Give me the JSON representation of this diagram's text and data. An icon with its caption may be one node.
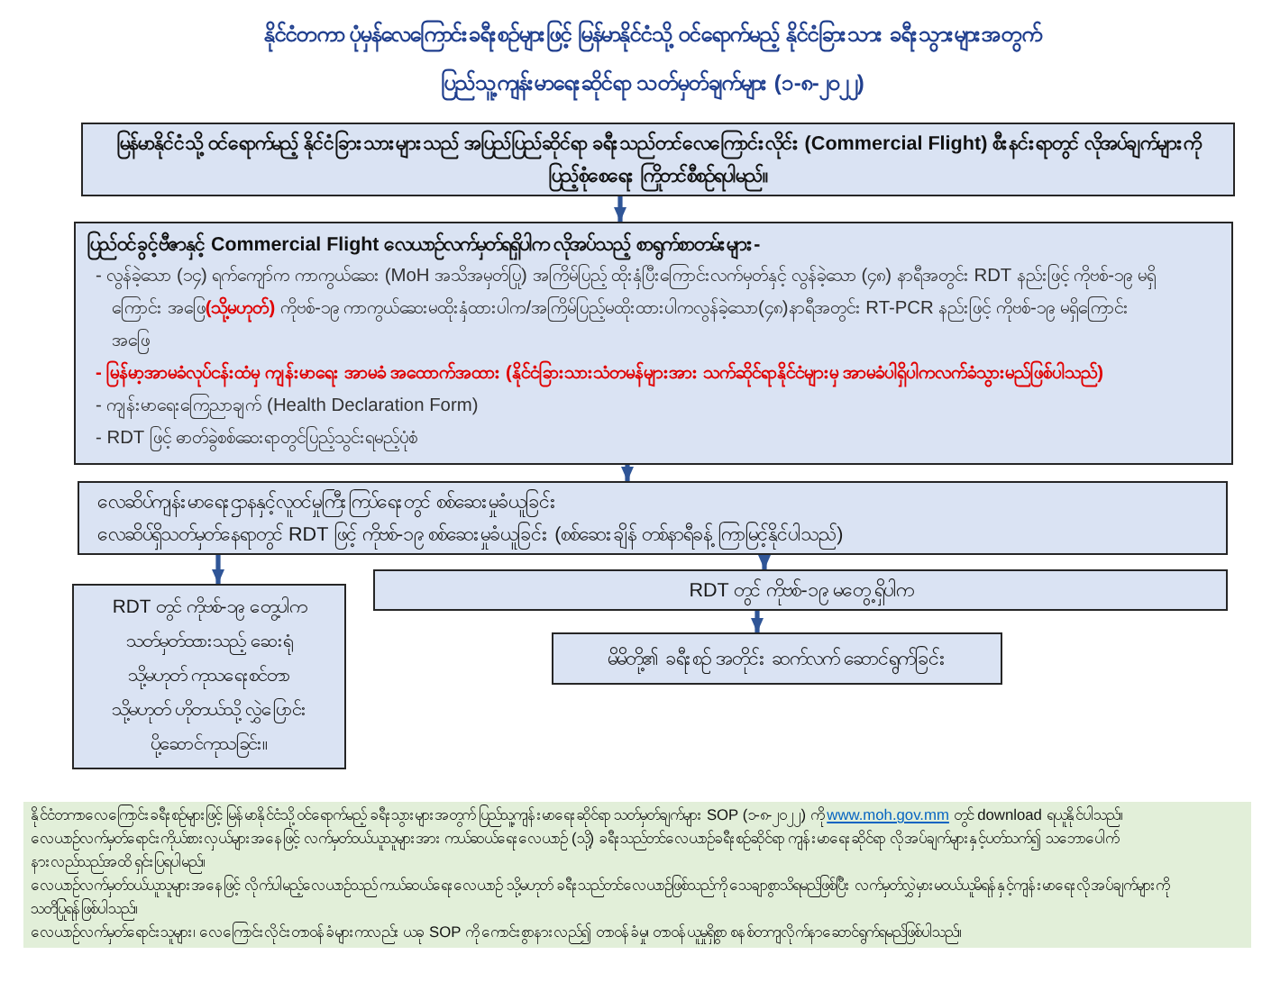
{
  "diagram": {
    "title": "နိုင်ငံတကာ ပုံမှန်လေကြောင်းခရီးစဉ်များဖြင့် မြန်မာနိုင်ငံသို့ ဝင်ရောက်မည့် နိုင်ငံခြားသား ခရီးသွားများအတွက် ပြည်သူ့ကျန်းမာရေးဆိုင်ရာ သတ်မှတ်ချက်များ (၁-၈-၂၀၂၂)",
    "nodes": [
      {
        "text": [
          "မြန်မာနိုင်ငံသို့ ဝင်ရောက်မည့် နိုင်ငံခြားသားများသည် အပြည်ပြည်ဆိုင်ရာ ခရီးသည်တင်လေကြောင်းလိုင်း (Commercial Flight) စီးနင်းရာတွင် လိုအပ်ချက်များကို ပြည့်စုံစေရေး ကြိုတင်စီစဉ်ရပါမည်။"
        ]
      },
      {
        "text": [
          "ပြည်ဝင်ခွင့်ဗီဇာနှင့် Commercial Flight လေယာဉ်လက်မှတ်ရရှိပါက လိုအပ်သည့် စာရွက်စာတမ်းများ-",
          "- လွန်ခဲ့သော (၁၄) ရက်ကျော်က ကာကွယ်ဆေး (MoH အသိအမှတ်ပြု) အကြိမ်ပြည့် ထိုးနှံပြီးကြောင်းလက်မှတ်နှင့် လွန်ခဲ့သော (၄၈) နာရီအတွင်း RDT နည်းဖြင့် ကိုဗစ်-၁၉ မရှိကြောင်း အဖြေ**(သို့မဟုတ်)** ကိုဗစ်-၁၉ ကာကွယ်ဆေးမထိုးနှံထားပါက/အကြိမ်ပြည့်မထိုးထားပါကလွန်ခဲ့သော(၄၈)နာရီအတွင်း RT-PCR နည်းဖြင့် ကိုဗစ်-၁၉ မရှိကြောင်းအဖြေ",
          "- မြန်မာ့အာမခံလုပ်ငန်းထံမှ ကျန်းမာရေး အာမခံ အထောက်အထား (နိုင်ငံခြားသားသံတမန်များအား သက်ဆိုင်ရာနိုင်ငံများမှ အာမခံပါရှိပါကလက်ခံသွားမည်ဖြစ်ပါသည်)",
          "- ကျန်းမာရေးကြေညာချက် (Health Declaration Form)",
          "- RDT ဖြင့် ဓာတ်ခွဲစစ်ဆေးရာတွင်ပြည့်သွင်းရမည့်ပုံစံ"
        ]
      },
      {
        "text": [
          "လေဆိပ်ကျန်းမာရေးဌာနနှင့်လူဝင်မှုကြီးကြပ်ရေးတွင် စစ်ဆေးမှုခံယူခြင်း",
          "လေဆိပ်ရှိသတ်မှတ်နေရာတွင် RDT ဖြင့် ကိုဗစ်-၁၉ စစ်ဆေးမှုခံယူခြင်း (စစ်ဆေးချိန် တစ်နာရီခန့် ကြာမြင့်နိုင်ပါသည်)"
        ]
      },
      {
        "text": [
          "RDT တွင် ကိုဗစ်-၁၉ တွေ့ပါက သတ်မှတ်ထားသည့် ဆေးရုံ သို့မဟုတ် ကုသရေးစင်တာ သို့မဟုတ် ဟိုတယ်သို့ လွှဲပြောင်းပို့ဆောင်ကုသခြင်း။"
        ]
      },
      {
        "text": [
          "RDT တွင် ကိုဗစ်-၁၉ မတွေ့ ရှိပါက"
        ]
      },
      {
        "text": [
          "မိမိတို့၏ ခရီးစဉ် အတိုင်း ဆက်လက် ဆောင်ရွက်ခြင်း"
        ]
      }
    ],
    "edges": [
      {
        "from": 0,
        "to": 1,
        "arrow": "to"
      },
      {
        "from": 1,
        "to": 2,
        "arrow": "to"
      },
      {
        "from": 2,
        "to": 3,
        "arrow": "to"
      },
      {
        "from": 2,
        "to": 4,
        "arrow": "to"
      },
      {
        "from": 4,
        "to": 5,
        "arrow": "to"
      }
    ],
    "labels": [
      "နိုင်ငံတကာလေကြောင်းခရီးစဉ်များဖြင့် မြန်မာနိုင်ငံသို့ ဝင်ရောက်မည့် ခရီးသွားများအတွက် ပြည်သူ့ကျန်းမာရေးဆိုင်ရာ သတ်မှတ်ချက်များ SOP (၁-၈-၂၀၂၂) ကို **www.moh.gov.mm** တွင် download ရယူနိုင်ပါသည်။",
      "လေယာဉ်လက်မှတ်ရောင်းကိုယ်စားလှယ်များအနေဖြင့် လက်မှတ်ဝယ်ယူသူများအား ကယ်ဆယ်ရေးလေယာဉ် (သို့) ခရီးသည်တင်လေယာဉ်ခရီးစဉ်ဆိုင်ရာ ကျန်းမာရေးဆိုင်ရာ လိုအပ်ချက်များနှင့်ပတ်သက်၍ သဘောပေါက်နားလည်သည်အထိ ရှင်းပြရပါမည်။",
      "လေယာဉ်လက်မှတ်ဝယ်ယူသူများအနေဖြင့် လိုက်ပါမည့်လေယာဉ်သည် ကယ်ဆယ်ရေးလေယာဉ် သို့မဟုတ် ခရီးသည်တင်လေယာဉ်ဖြစ်သည်ကို သေချာစွာသိရမည်ဖြစ်ပြီး လက်မှတ်လွှဲမှားမဝယ်ယူမိရန်နှင့်ကျန်းမာရေးလိုအပ်ချက်များကို သတိပြုရန်ဖြစ်ပါသည်။",
      "လေယာဉ်လက်မှတ်ရောင်းသူများ၊ လေကြောင်းလိုင်းတာဝန်ခံများကလည်း ယခု SOP ကို ကောင်းစွာနားလည်၍ တာဝန်ခံမှု၊ တာဝန်ယူမှုရှိစွာ စနစ်တကျလိုက်နာဆောင်ရွက်ရမည်ဖြစ်ပါသည်။"
    ]
  }
}
